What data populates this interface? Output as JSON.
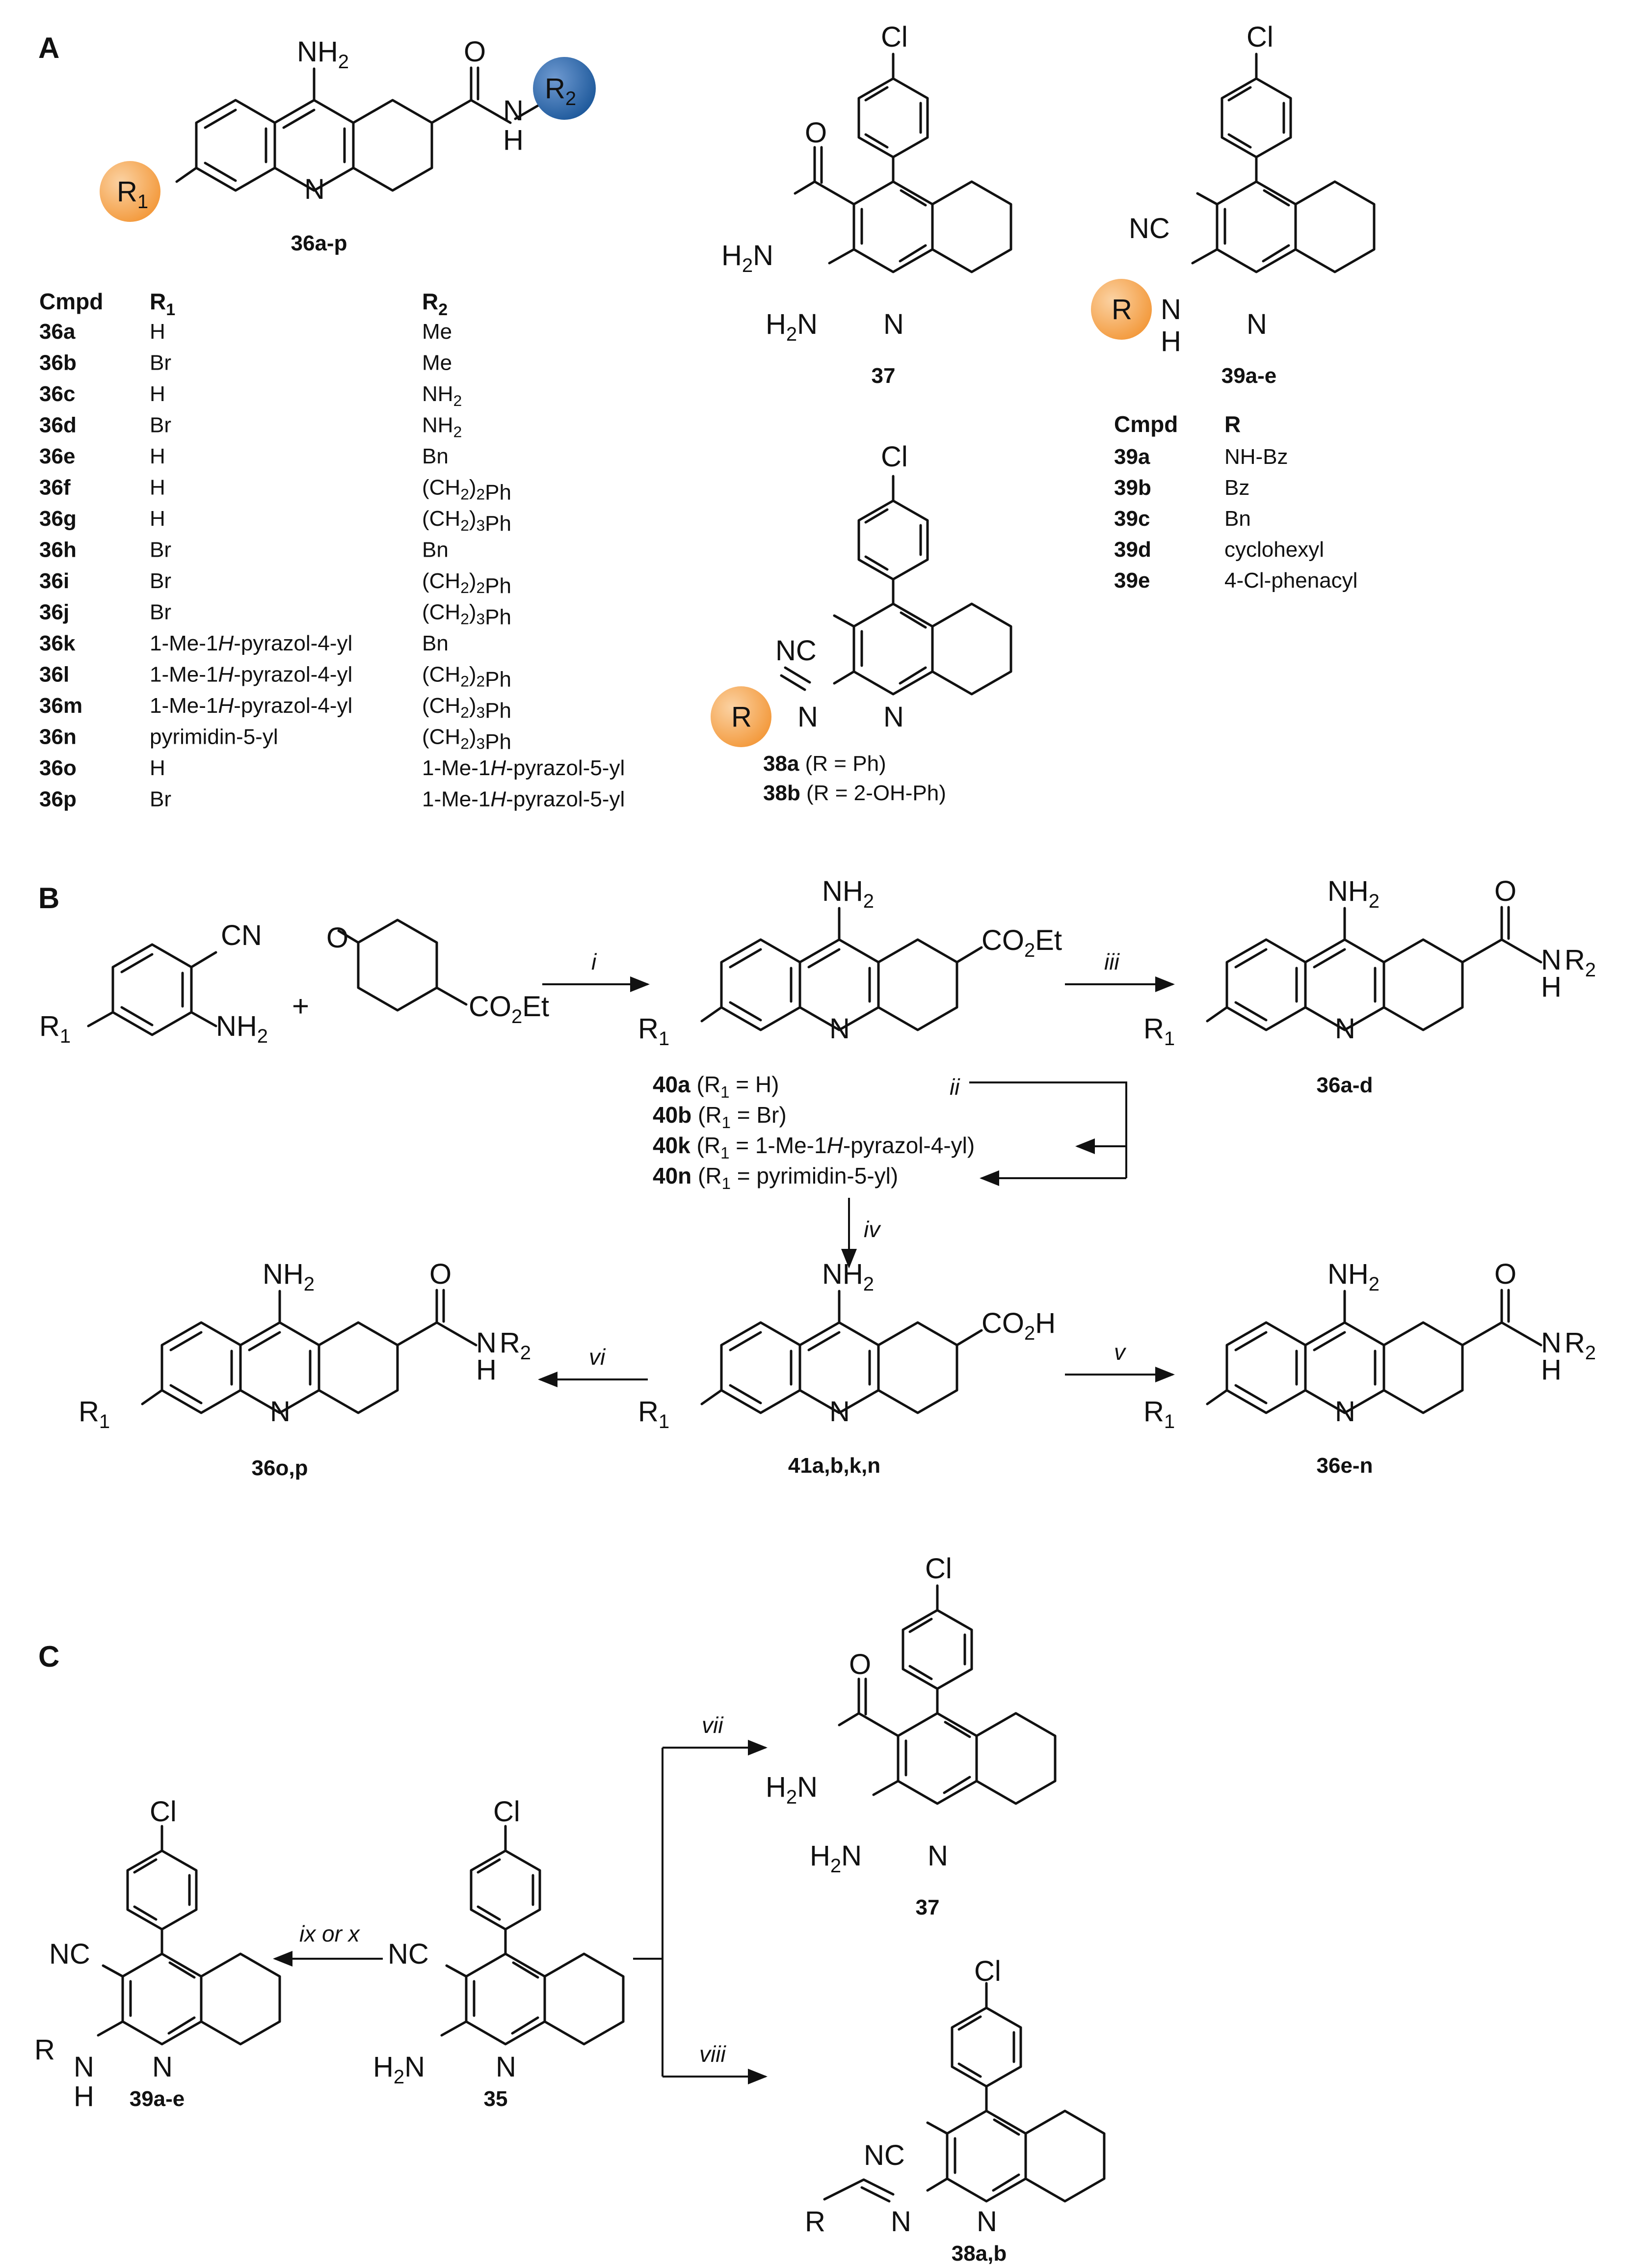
{
  "panels": {
    "a": "A",
    "b": "B",
    "c": "C"
  },
  "atoms": {
    "nh2": "NH",
    "sub2": "2",
    "n": "N",
    "o": "O",
    "h": "H",
    "cl": "Cl",
    "cn": "CN",
    "nc": "NC",
    "co2et": "CO",
    "et": "Et",
    "co2h_h": "H",
    "r": "R",
    "r1": "R",
    "r2": "R",
    "one": "1",
    "two": "2",
    "h2n": "H",
    "h2n_2": "2",
    "h2n_n": "N"
  },
  "compounds": {
    "c36ap": "36a-p",
    "c37": "37",
    "c39ae": "39a-e",
    "c38a": "38a",
    "c38a_desc": " (R = Ph)",
    "c38b": "38b",
    "c38b_desc": " (R = 2-OH-Ph)",
    "c36ad": "36a-d",
    "c36op": "36o,p",
    "c41": "41a,b,k,n",
    "c36en": "36e-n",
    "c35": "35",
    "c38ab": "38a,b"
  },
  "table36": {
    "header": [
      "Cmpd",
      "R",
      "R"
    ],
    "rows": [
      {
        "cmpd": "36a",
        "r1": "H",
        "r2": "Me"
      },
      {
        "cmpd": "36b",
        "r1": "Br",
        "r2": "Me"
      },
      {
        "cmpd": "36c",
        "r1": "H",
        "r2": "NH2"
      },
      {
        "cmpd": "36d",
        "r1": "Br",
        "r2": "NH2"
      },
      {
        "cmpd": "36e",
        "r1": "H",
        "r2": "Bn"
      },
      {
        "cmpd": "36f",
        "r1": "H",
        "r2": "(CH2)2Ph"
      },
      {
        "cmpd": "36g",
        "r1": "H",
        "r2": "(CH2)3Ph"
      },
      {
        "cmpd": "36h",
        "r1": "Br",
        "r2": "Bn"
      },
      {
        "cmpd": "36i",
        "r1": "Br",
        "r2": "(CH2)2Ph"
      },
      {
        "cmpd": "36j",
        "r1": "Br",
        "r2": "(CH2)3Ph"
      },
      {
        "cmpd": "36k",
        "r1": "1-Me-1H-pyrazol-4-yl",
        "r2": "Bn"
      },
      {
        "cmpd": "36l",
        "r1": "1-Me-1H-pyrazol-4-yl",
        "r2": "(CH2)2Ph"
      },
      {
        "cmpd": "36m",
        "r1": "1-Me-1H-pyrazol-4-yl",
        "r2": "(CH2)3Ph"
      },
      {
        "cmpd": "36n",
        "r1": "pyrimidin-5-yl",
        "r2": "(CH2)3Ph"
      },
      {
        "cmpd": "36o",
        "r1": "H",
        "r2": "1-Me-1H-pyrazol-5-yl"
      },
      {
        "cmpd": "36p",
        "r1": "Br",
        "r2": "1-Me-1H-pyrazol-5-yl"
      }
    ]
  },
  "table39": {
    "header": [
      "Cmpd",
      "R"
    ],
    "rows": [
      {
        "cmpd": "39a",
        "r": "NH-Bz"
      },
      {
        "cmpd": "39b",
        "r": "Bz"
      },
      {
        "cmpd": "39c",
        "r": "Bn"
      },
      {
        "cmpd": "39d",
        "r": "cyclohexyl"
      },
      {
        "cmpd": "39e",
        "r": "4-Cl-phenacyl"
      }
    ]
  },
  "intermediates40": [
    {
      "id": "40a",
      "pre": " (R",
      "post": " = H)"
    },
    {
      "id": "40b",
      "pre": " (R",
      "post": " = Br)"
    },
    {
      "id": "40k",
      "pre": " (R",
      "post": " = 1-Me-1H-pyrazol-4-yl)"
    },
    {
      "id": "40n",
      "pre": " (R",
      "post": " = pyrimidin-5-yl)"
    }
  ],
  "reagents": {
    "i": "i",
    "ii": "ii",
    "iii": "iii",
    "iv": "iv",
    "v": "v",
    "vi": "vi",
    "vii": "vii",
    "viii": "viii",
    "ix_x": "ix or x"
  },
  "plus": "+",
  "colors": {
    "r1_ball": "#f39a3d",
    "r2_ball": "#1f5a9c",
    "ink": "#111111"
  }
}
